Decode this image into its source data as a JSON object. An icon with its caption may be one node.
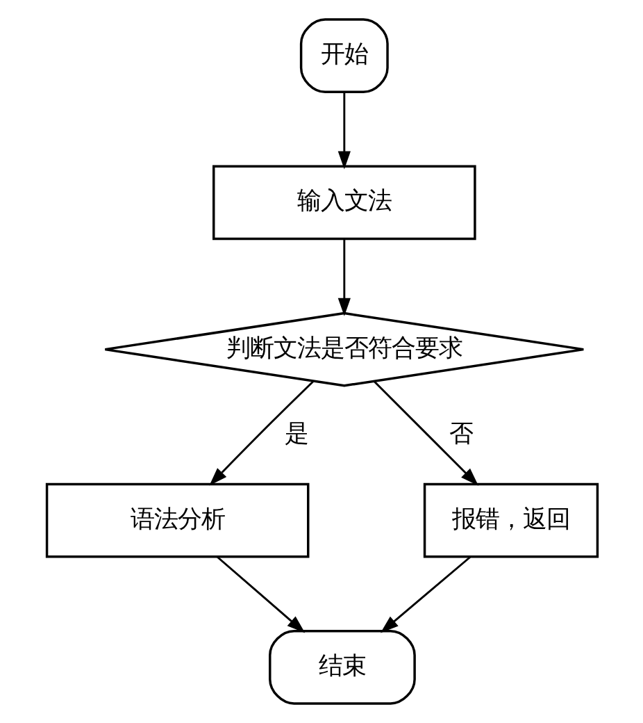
{
  "diagram": {
    "nodes": [
      {
        "text": [
          "开始"
        ]
      },
      {
        "text": [
          "输入文法"
        ]
      },
      {
        "text": [
          "判断文法是否符合要求"
        ]
      },
      {
        "text": [
          "语法分析"
        ]
      },
      {
        "text": [
          "报错，返回"
        ]
      },
      {
        "text": [
          "结束"
        ]
      }
    ],
    "edges": [
      {
        "from": 0,
        "to": 1,
        "arrow": "to"
      },
      {
        "from": 1,
        "to": 2,
        "arrow": "to"
      },
      {
        "from": 2,
        "to": 3,
        "arrow": "to",
        "label": "是"
      },
      {
        "from": 2,
        "to": 4,
        "arrow": "to",
        "label": "否"
      },
      {
        "from": 3,
        "to": 5,
        "arrow": "to"
      },
      {
        "from": 4,
        "to": 5,
        "arrow": "to"
      }
    ]
  }
}
